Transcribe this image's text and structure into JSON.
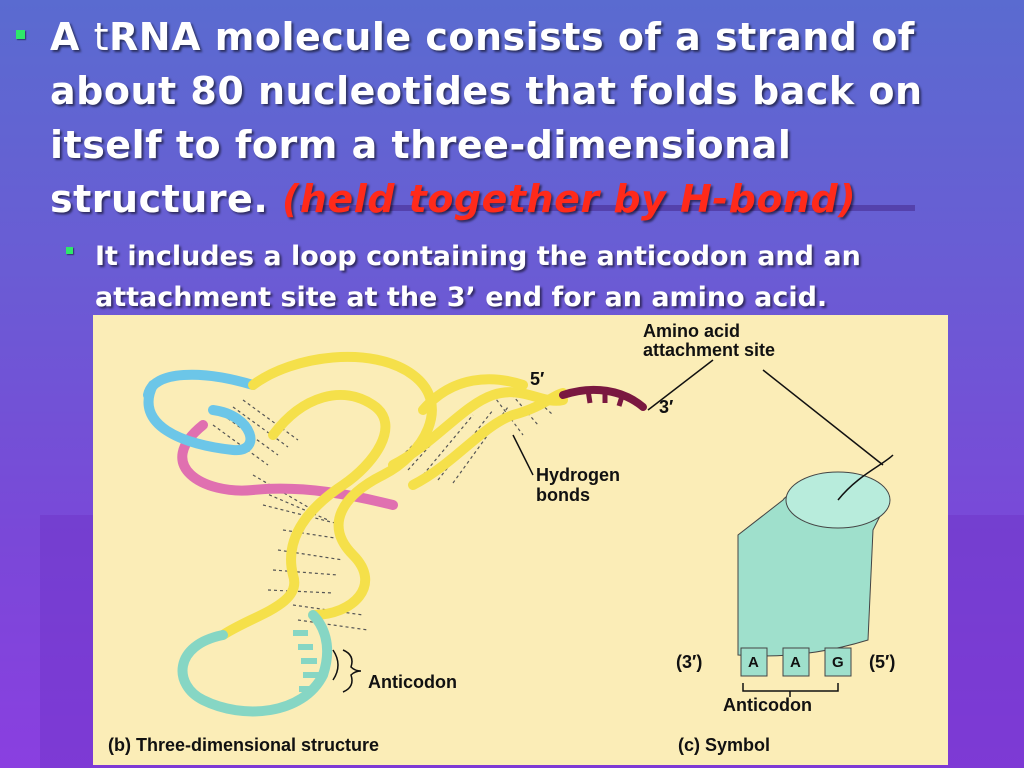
{
  "slide": {
    "bullet1": {
      "part1": "A ",
      "part2": "t",
      "part3": "RNA molecule consists of a strand of about 80 nucleotides that folds back on itself to form a three-dimensional structure. ",
      "highlight": "(held together by H-bond)"
    },
    "bullet2": "It includes a loop containing the anticodon and an attachment site at the 3’ end for an amino acid."
  },
  "figure": {
    "label_5prime": "5′",
    "label_3prime": "3′",
    "amino_line1": "Amino acid",
    "amino_line2": "attachment site",
    "hbonds_line1": "Hydrogen",
    "hbonds_line2": "bonds",
    "anticodon_left": "Anticodon",
    "symbol_3": "(3′)",
    "symbol_5": "(5′)",
    "base_a1": "A",
    "base_a2": "A",
    "base_g": "G",
    "anticodon_right": "Anticodon",
    "caption_b": "(b) Three-dimensional structure",
    "caption_c": "(c) Symbol"
  },
  "colors": {
    "highlight": "#ff2a1a",
    "bullet": "#2ee86a",
    "figure_bg": "#fbedb7",
    "strand_yellow": "#f5e04a",
    "strand_blue": "#6cc6e8",
    "strand_pink": "#e070b0",
    "strand_teal": "#86d6c4",
    "anticodon_teal": "#9fe0cc",
    "end_maroon": "#7a1840"
  }
}
